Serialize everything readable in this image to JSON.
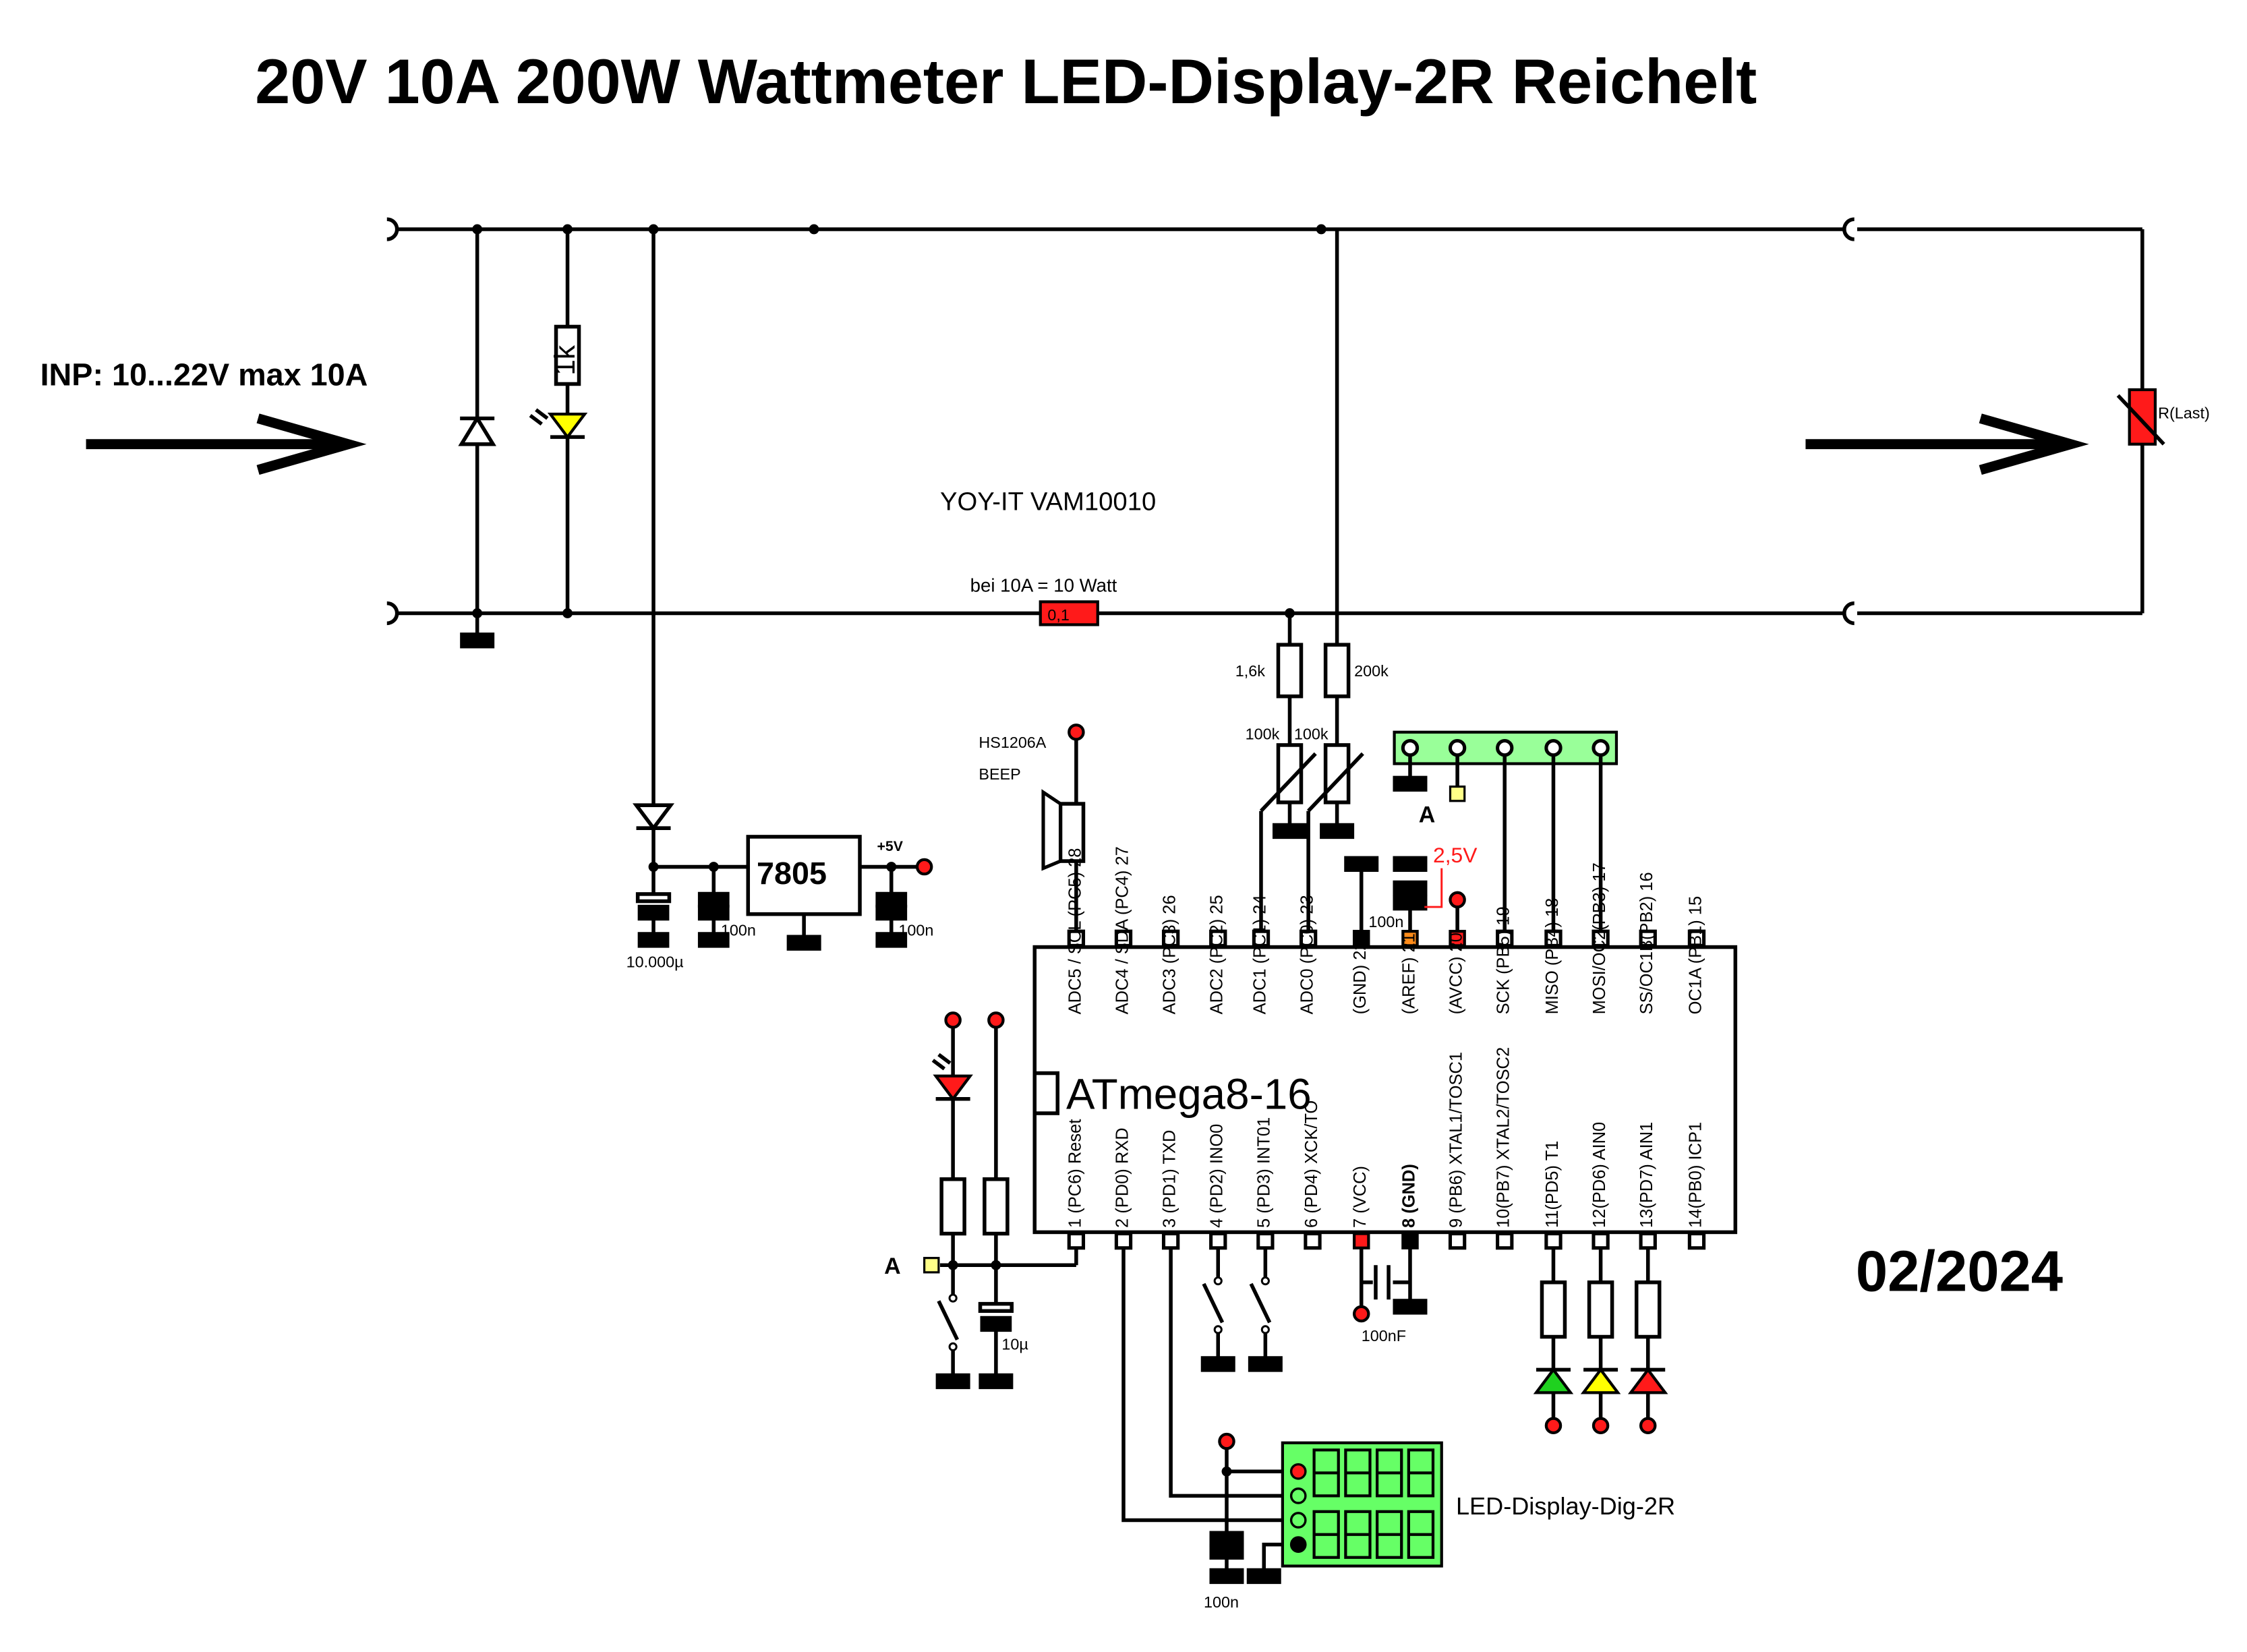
{
  "title": "20V 10A 200W Wattmeter LED-Display-2R Reichelt",
  "date": "02/2024",
  "input_label": "INP: 10...22V max 10A",
  "module_label": "YOY-IT VAM10010",
  "shunt": {
    "note": "bei 10A = 10 Watt",
    "value": "0,1"
  },
  "load_label": "R(Last)",
  "led_resistor": "1k",
  "regulator": {
    "name": "7805",
    "output": "+5V",
    "cap_in": "10.000µ",
    "cap_mid": "100n",
    "cap_out": "100n"
  },
  "buzzer": {
    "part": "HS1206A",
    "label": "BEEP"
  },
  "divider": {
    "r_top_left": "1,6k",
    "r_top_right": "200k",
    "pot_left": "100k",
    "pot_right": "100k"
  },
  "aref": {
    "voltage": "2,5V",
    "cap": "100n"
  },
  "node_a": "A",
  "mcu": {
    "name": "ATmega8-16",
    "top_pins": [
      "ADC5 / SCL (PC5) 28",
      "ADC4 / SDA (PC4) 27",
      "ADC3 (PC3) 26",
      "ADC2 (PC2) 25",
      "ADC1 (PC1) 24",
      "ADC0 (PC0) 23",
      "(GND) 22",
      "(AREF) 21",
      "(AVCC) 20",
      "SCK (PB5) 19",
      "MISO (PB4) 18",
      "MOSI/OC2(PB3) 17",
      "SS/OC1B(PB2) 16",
      "OC1A (PB1) 15"
    ],
    "bottom_pins": [
      "1 (PC6) Reset",
      "2 (PD0) RXD",
      "3 (PD1) TXD",
      "4 (PD2) INO0",
      "5 (PD3) INT01",
      "6 (PD4) XCK/TO",
      "7 (VCC)",
      "8 (GND)",
      "9 (PB6) XTAL1/TOSC1",
      "10(PB7) XTAL2/TOSC2",
      "11(PD5) T1",
      "12(PD6) AIN0",
      "13(PD7) AIN1",
      "14(PB0) ICP1"
    ]
  },
  "reset_cap": "10µ",
  "vcc_cap": "100nF",
  "display": {
    "label": "LED-Display-Dig-2R",
    "cap": "100n"
  },
  "colors": {
    "red": "#ff1a1a",
    "yellow": "#ffff00",
    "green": "#1fd11f",
    "header_green": "#99ff99",
    "orange": "#ff8c1a",
    "display_green": "#66ff66"
  }
}
